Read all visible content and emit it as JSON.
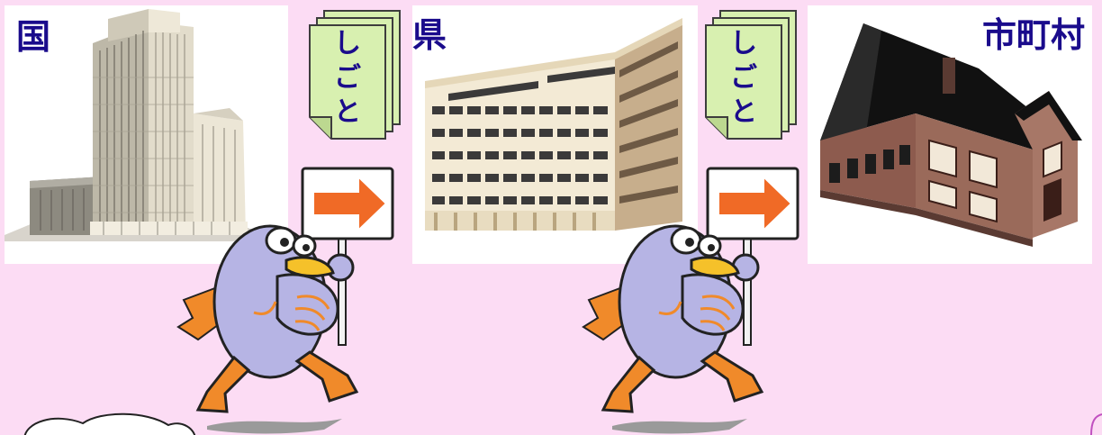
{
  "nodes": {
    "national": {
      "label": "国"
    },
    "prefecture": {
      "label": "県"
    },
    "municipality": {
      "label": "市町村"
    }
  },
  "documents": [
    {
      "chars": [
        "し",
        "ご",
        "と"
      ]
    },
    {
      "chars": [
        "し",
        "ご",
        "と"
      ]
    }
  ],
  "colors": {
    "background": "#fcdcf4",
    "label_text": "#1a0b8c",
    "document_fill": "#d8f0b0",
    "arrow_fill": "#f06a26",
    "bird_body": "#b6b4e4",
    "bird_accent": "#f08a2a"
  },
  "icons": [
    "government-building-icon",
    "prefecture-building-icon",
    "municipal-hall-icon",
    "document-stack-icon",
    "mascot-bird-icon",
    "arrow-sign-icon"
  ]
}
